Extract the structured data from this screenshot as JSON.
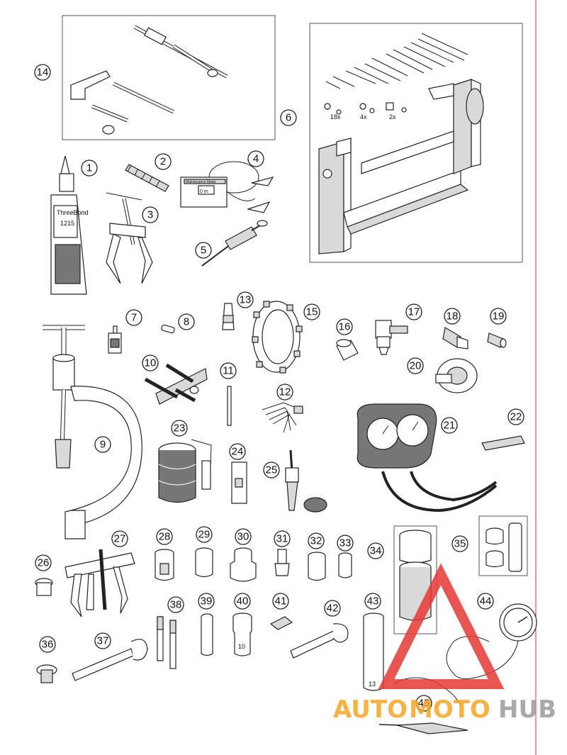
{
  "callouts": [
    "1",
    "2",
    "3",
    "4",
    "5",
    "6",
    "7",
    "8",
    "9",
    "10",
    "11",
    "12",
    "13",
    "14",
    "15",
    "16",
    "17",
    "18",
    "19",
    "20",
    "21",
    "22",
    "23",
    "24",
    "25",
    "26",
    "27",
    "28",
    "29",
    "30",
    "31",
    "32",
    "33",
    "34",
    "35",
    "36",
    "37",
    "38",
    "39",
    "40",
    "41",
    "42",
    "43",
    "44",
    "45"
  ],
  "part_text": {
    "threebond_brand": "ThreeBond",
    "threebond_code": "1215",
    "meter_label": "Maintenance Meter",
    "meter_reading": "0 m",
    "qty_18": "18x",
    "qty_4": "4x",
    "qty_2": "2x",
    "socket_40": "10",
    "socket_43": "13"
  },
  "watermark": {
    "part1": "AUTO",
    "part2": "MOTO",
    "part3": "HUB",
    "color_orange": "#f5a623",
    "color_gray": "#9b9b9b",
    "color_red": "#e53935"
  }
}
